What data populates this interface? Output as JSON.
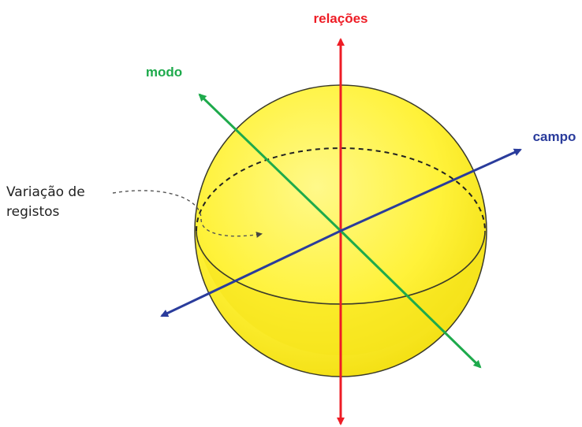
{
  "labels": {
    "relacoes": "relações",
    "modo": "modo",
    "campo": "campo",
    "variacao_line1": "Variação de",
    "variacao_line2": "registos"
  },
  "colors": {
    "relacoes": "#ee1c25",
    "modo": "#1eaa4c",
    "campo": "#2a3c9c",
    "sphere_fill": "#fff23a",
    "sphere_lower": "#f7e61c",
    "outline": "#3a3a2a",
    "annotation": "#555555"
  },
  "icons": {
    "axis_arrowheads": "arrow-icon",
    "annotation_pointer": "curved-arrow-icon"
  }
}
